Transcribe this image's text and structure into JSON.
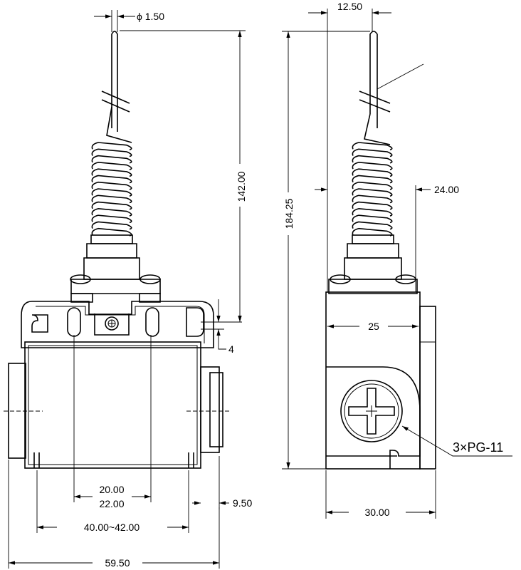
{
  "dimensions": {
    "wire_diameter": "ϕ 1.50",
    "wire_offset": "12.50",
    "rod_length": "142.00",
    "total_height": "184.25",
    "spring_width": "24.00",
    "body_inner_width": "25",
    "bracket_offset": "4",
    "slot_spacing_min": "20.00",
    "slot_spacing_max": "22.00",
    "boss_depth": "9.50",
    "mount_range": "40.00~42.00",
    "side_depth": "30.00",
    "overall_width": "59.50"
  },
  "callouts": {
    "conduit": "3×PG-11"
  }
}
